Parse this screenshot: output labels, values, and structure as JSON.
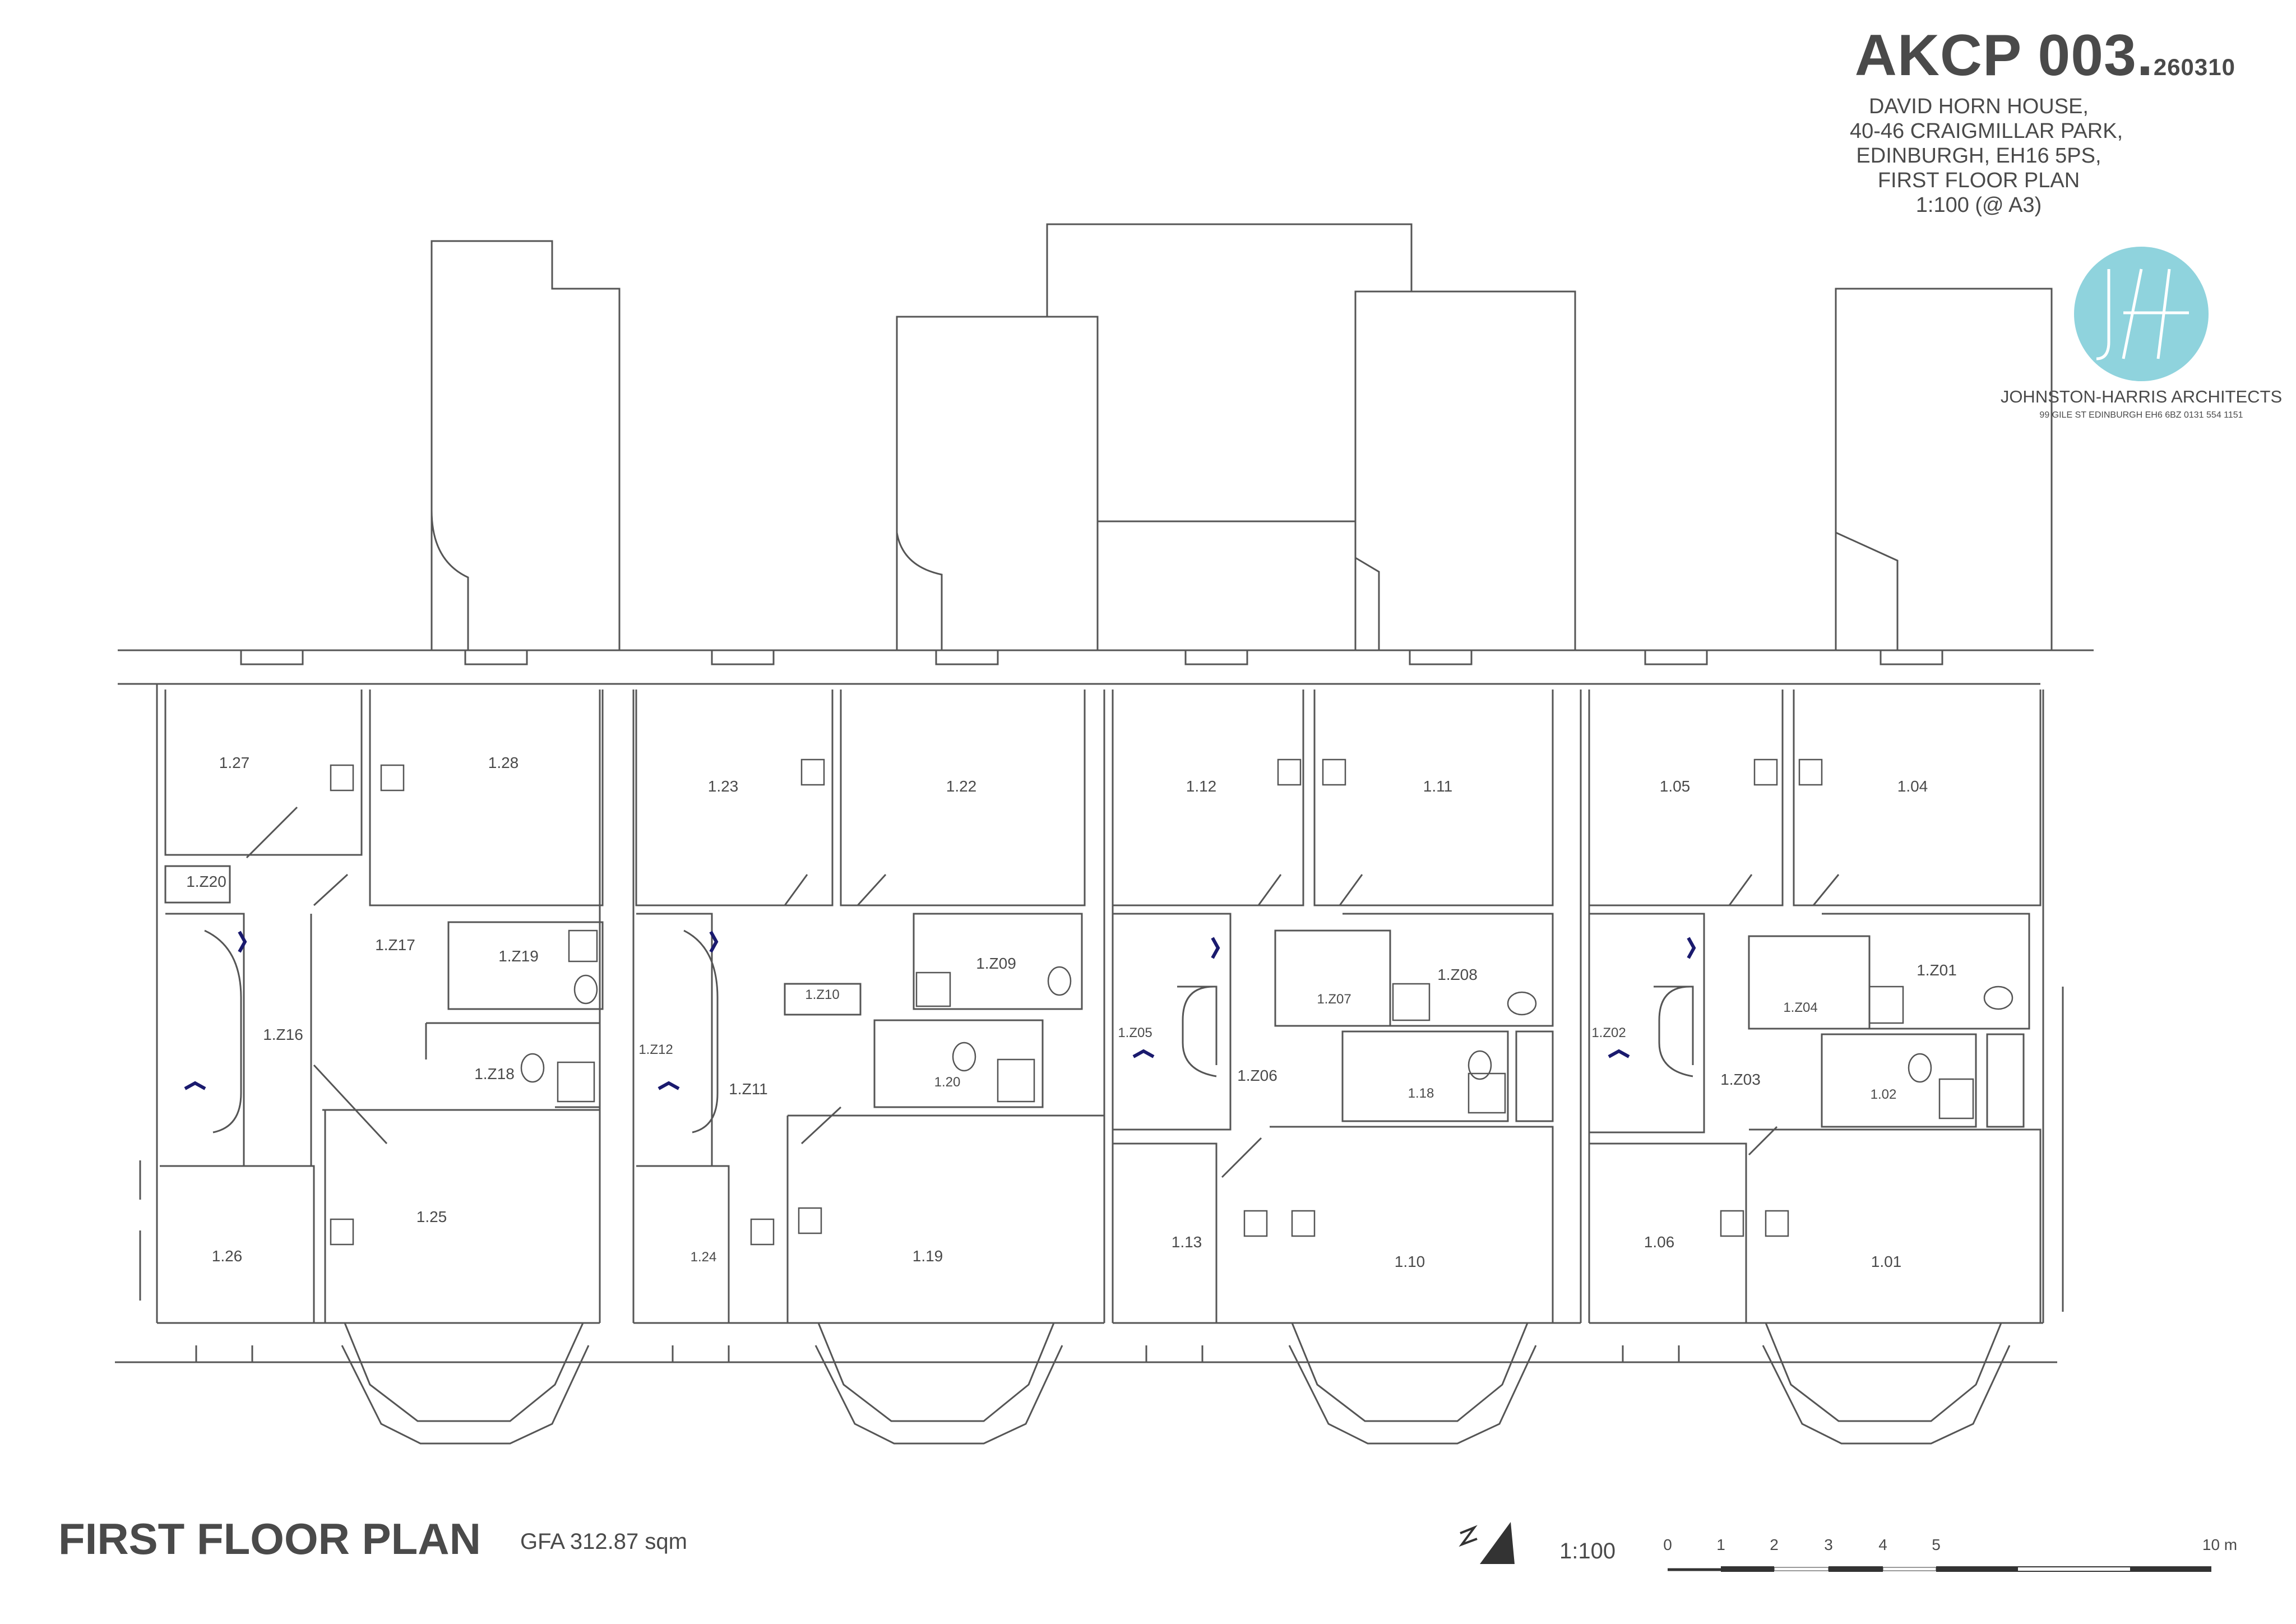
{
  "header": {
    "code": "AKCP 003.",
    "code_suffix": "260310",
    "address": [
      "DAVID HORN HOUSE,",
      "40-46 CRAIGMILLAR PARK,",
      "EDINBURGH, EH16 5PS,",
      "FIRST FLOOR PLAN",
      "1:100 (@ A3)"
    ],
    "firm_name": "JOHNSTON-HARRIS ARCHITECTS",
    "firm_address": "99 GILE ST EDINBURGH EH6 6BZ 0131 554 1151"
  },
  "footer": {
    "title": "FIRST FLOOR PLAN",
    "gfa": "GFA 312.87 sqm",
    "scale": "1:100",
    "scale_ticks": [
      "0",
      "1",
      "2",
      "3",
      "4",
      "5",
      "10 m"
    ]
  },
  "rooms": {
    "r127": "1.27",
    "r128": "1.28",
    "r1z20": "1.Z20",
    "r1z17": "1.Z17",
    "r1z19": "1.Z19",
    "r1z16": "1.Z16",
    "r1z18": "1.Z18",
    "r125": "1.25",
    "r126": "1.26",
    "r123": "1.23",
    "r122": "1.22",
    "r1z09": "1.Z09",
    "r1z10": "1.Z10",
    "r1z12": "1.Z12",
    "r1z11": "1.Z11",
    "r120": "1.20",
    "r124": "1.24",
    "r119": "1.19",
    "r112": "1.12",
    "r111": "1.11",
    "r1z05": "1.Z05",
    "r1z06": "1.Z06",
    "r1z07": "1.Z07",
    "r1z08": "1.Z08",
    "r118": "1.18",
    "r113": "1.13",
    "r110": "1.10",
    "r105": "1.05",
    "r104": "1.04",
    "r1z02": "1.Z02",
    "r1z03": "1.Z03",
    "r1z04": "1.Z04",
    "r1z01": "1.Z01",
    "r102": "1.02",
    "r106": "1.06",
    "r101": "1.01"
  },
  "colors": {
    "line": "#555555",
    "text": "#4a4a4a",
    "logo": "#8fd3dd",
    "arrow": "#1a1a6e"
  },
  "icons": {
    "north_arrow": "north-arrow-icon",
    "logo": "jh-monogram-logo"
  }
}
